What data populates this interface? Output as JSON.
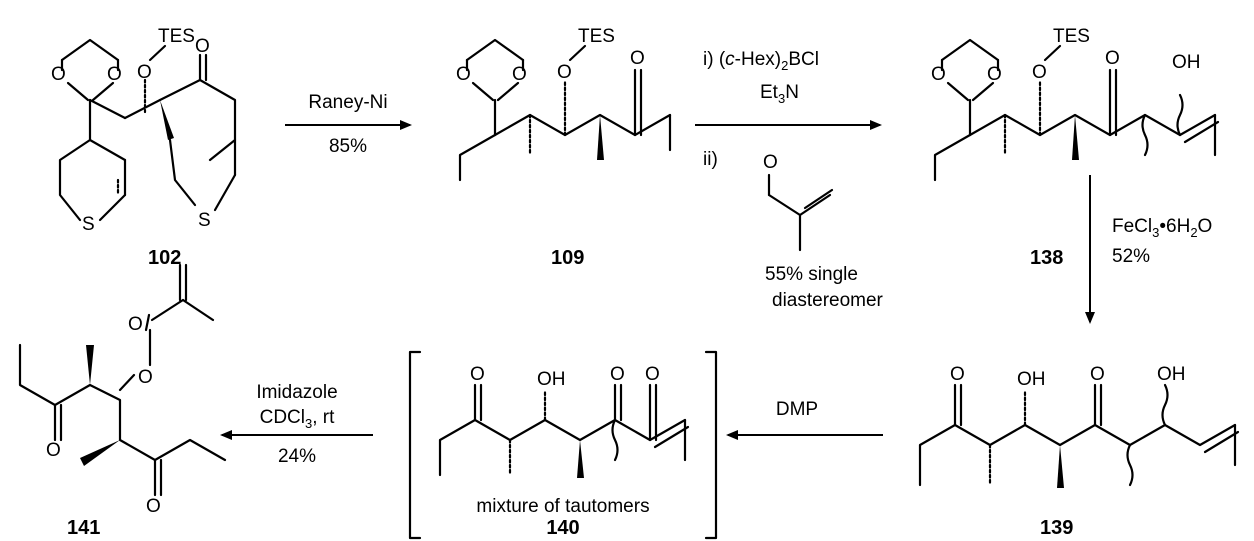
{
  "compounds": {
    "c102": {
      "label": "102",
      "atoms": {
        "tes": "TES",
        "o": "O",
        "s": "S"
      }
    },
    "c109": {
      "label": "109",
      "atoms": {
        "tes": "TES",
        "o": "O"
      }
    },
    "c138": {
      "label": "138",
      "atoms": {
        "tes": "TES",
        "o": "O",
        "oh": "OH"
      }
    },
    "c139": {
      "label": "139",
      "atoms": {
        "o": "O",
        "oh": "OH"
      }
    },
    "c140": {
      "label": "140",
      "atoms": {
        "o": "O",
        "oh": "OH"
      },
      "note": "mixture of tautomers"
    },
    "c141": {
      "label": "141",
      "atoms": {
        "o": "O"
      }
    }
  },
  "steps": {
    "s1": {
      "reagent": "Raney-Ni",
      "yield": "85%"
    },
    "s2": {
      "line1_prefix": "i) (",
      "line1_italic": "c",
      "line1_mid": "-Hex)",
      "line1_sub": "2",
      "line1_suffix": "BCl",
      "line2_pre": "Et",
      "line2_sub": "3",
      "line2_post": "N",
      "line3": "ii)",
      "aldehyde_o": "O",
      "yield": "55% single",
      "note": "diastereomer"
    },
    "s3": {
      "r_pre": "FeCl",
      "r_sub1": "3",
      "r_mid": "•6H",
      "r_sub2": "2",
      "r_post": "O",
      "yield": "52%"
    },
    "s4": {
      "reagent": "DMP"
    },
    "s5": {
      "reagent": "Imidazole",
      "solvent_pre": "CDCl",
      "solvent_sub": "3",
      "solvent_post": ", rt",
      "yield": "24%"
    }
  }
}
